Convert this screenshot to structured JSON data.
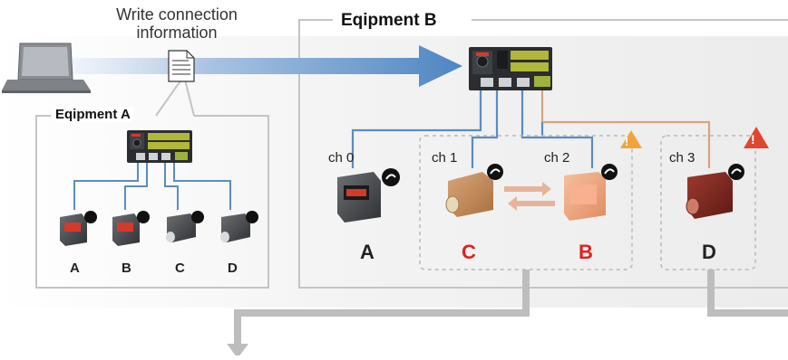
{
  "write_label_line1": "Write connection",
  "write_label_line2": "information",
  "equipment_b": {
    "title": "Eqipment B",
    "channels": [
      "ch 0",
      "ch 1",
      "ch 2",
      "ch 3"
    ],
    "device_letters": [
      "A",
      "C",
      "B",
      "D"
    ]
  },
  "equipment_a": {
    "title": "Eqipment A",
    "device_letters": [
      "A",
      "B",
      "C",
      "D"
    ]
  },
  "warning_glyph": "!",
  "colors": {
    "cable_blue": "#5b8cc0",
    "cable_orange": "#d9a37f",
    "arrow_blue": "#4f86c2",
    "gray_arrow": "#b9b9b9",
    "highlight_red": "#e02020",
    "warn_orange": "#f2a33a",
    "warn_red": "#e0452f"
  }
}
